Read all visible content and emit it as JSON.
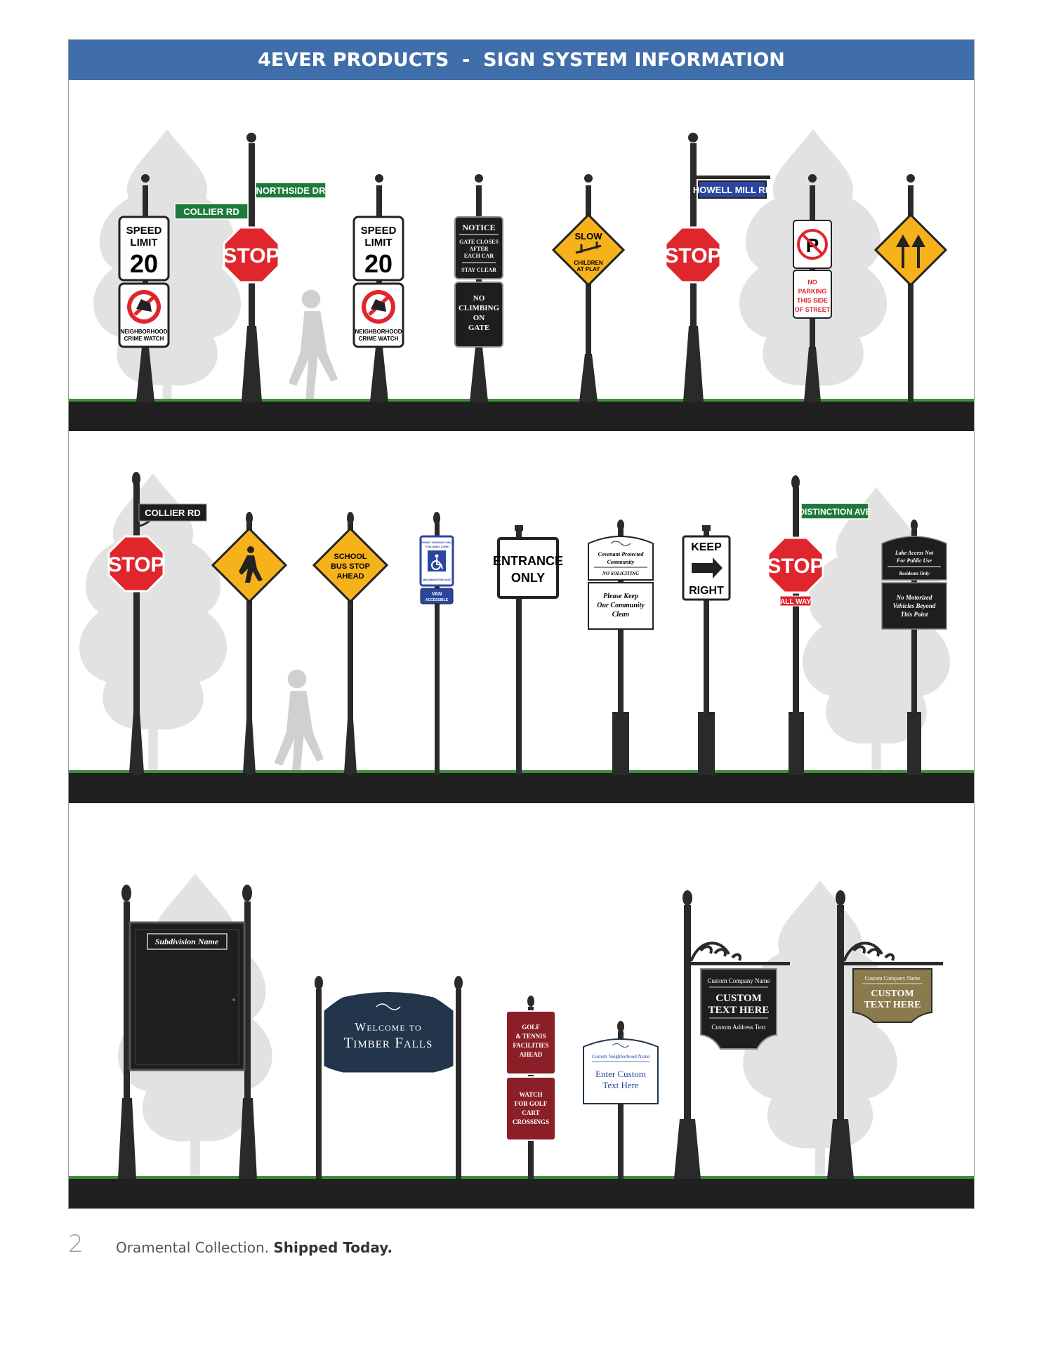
{
  "header": {
    "title": "4EVER PRODUCTS  -  SIGN SYSTEM INFORMATION"
  },
  "footer": {
    "page_number": "2",
    "text": "Oramental Collection.",
    "bold_text": "Shipped Today."
  },
  "colors": {
    "banner": "#3f6eaa",
    "stop_red": "#e0262d",
    "warning_yellow": "#f6b21a",
    "street_green": "#1e7a3c",
    "street_blue": "#2c46a0",
    "maroon": "#8a1f27",
    "navy": "#22354a",
    "bronze": "#8a7a4c",
    "grass": "#3f8f3a"
  },
  "row1": {
    "speed_limit_top": "SPEED",
    "speed_limit_mid": "LIMIT",
    "speed_limit_value": "20",
    "crime_watch_1": "NEIGHBORHOOD",
    "crime_watch_2": "CRIME WATCH",
    "street_collier": "COLLIER RD",
    "street_northside": "NORTHSIDE DR",
    "stop": "STOP",
    "notice_title": "NOTICE",
    "notice_l1": "GATE CLOSES",
    "notice_l2": "AFTER",
    "notice_l3": "EACH CAR",
    "notice_l4": "STAY CLEAR",
    "climb_l1": "NO",
    "climb_l2": "CLIMBING",
    "climb_l3": "ON",
    "climb_l4": "GATE",
    "slow": "SLOW",
    "children_1": "CHILDREN",
    "children_2": "AT PLAY",
    "street_howell": "HOWELL MILL RD",
    "park_icon": "P",
    "nopark_l1": "NO",
    "nopark_l2": "PARKING",
    "nopark_l3": "THIS SIDE",
    "nopark_l4": "OF STREET"
  },
  "row2": {
    "street_collier": "COLLIER RD",
    "stop": "STOP",
    "school_l1": "SCHOOL",
    "school_l2": "BUS STOP",
    "school_l3": "AHEAD",
    "hc_top": "PERMIT PARKING ONLY",
    "hc_mid": "TOW-AWAY ZONE",
    "hc_bottom": "MAXIMUM FINE $250",
    "van_1": "VAN",
    "van_2": "ACCESSIBLE",
    "entrance_l1": "ENTRANCE",
    "entrance_l2": "ONLY",
    "cov_l1": "Covenant Protected",
    "cov_l2": "Community",
    "cov_l3": "NO SOLICITING",
    "clean_l1": "Please Keep",
    "clean_l2": "Our Community",
    "clean_l3": "Clean",
    "keep": "KEEP",
    "right": "RIGHT",
    "street_distinction": "DISTINCTION AVE",
    "all_way": "ALL WAY",
    "lake_l1": "Lake Access Not",
    "lake_l2": "For Public Use",
    "lake_l3": "Residents Only",
    "motor_l1": "No Motorized",
    "motor_l2": "Vehicles Beyond",
    "motor_l3": "This Point"
  },
  "row3": {
    "subdivision": "Subdivision Name",
    "welcome_l1": "Welcome to",
    "welcome_l2": "Timber Falls",
    "golf_l1": "GOLF",
    "golf_l2": "& TENNIS",
    "golf_l3": "FACILITIES",
    "golf_l4": "AHEAD",
    "watch_l1": "WATCH",
    "watch_l2": "FOR GOLF",
    "watch_l3": "CART",
    "watch_l4": "CROSSINGS",
    "neigh_name": "Custom Neighborhood Name",
    "enter_l1": "Enter Custom",
    "enter_l2": "Text Here",
    "company_name": "Custom Company Name",
    "custom_l1": "CUSTOM",
    "custom_l2": "TEXT HERE",
    "address": "Custom Address Text",
    "company_name2": "Custom Company Name",
    "custom2_l1": "CUSTOM",
    "custom2_l2": "TEXT HERE"
  }
}
